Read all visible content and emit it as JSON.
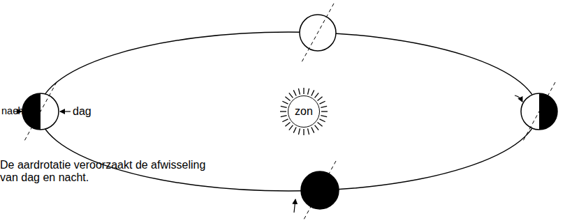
{
  "diagram": {
    "nodes": [
      {
        "text": [
          "zon"
        ]
      }
    ],
    "labels": [
      "nacht",
      "dag",
      "De aardrotatie veroorzaakt de afwisseling van dag en nacht."
    ]
  }
}
